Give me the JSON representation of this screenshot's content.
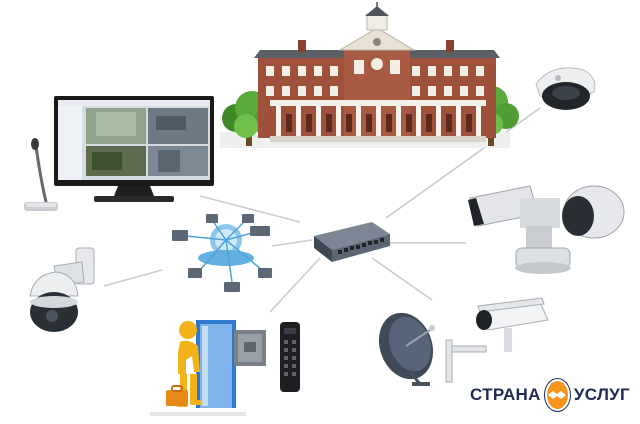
{
  "watermark": {
    "left_text": "СТРАНА",
    "right_text": "УСЛУГ",
    "badge_icon": "handshake-icon",
    "brand_color": "#1f2a55",
    "accent_color": "#f7941d"
  },
  "diagram": {
    "hub": "network-switch",
    "nodes": [
      "surveillance-monitor",
      "desk-microphone",
      "school-building",
      "dome-camera",
      "ptz-outdoor-camera",
      "network-cloud",
      "ceiling-ptz-camera",
      "access-control-door",
      "satellite-dish",
      "bullet-camera"
    ],
    "colors": {
      "connector": "#c8ccd2",
      "brick": "#a0513b",
      "tree": "#4f9d33",
      "figure": "#f2b21a",
      "screen_frame": "#1a1a1a",
      "switch_body": "#5b6574"
    }
  }
}
